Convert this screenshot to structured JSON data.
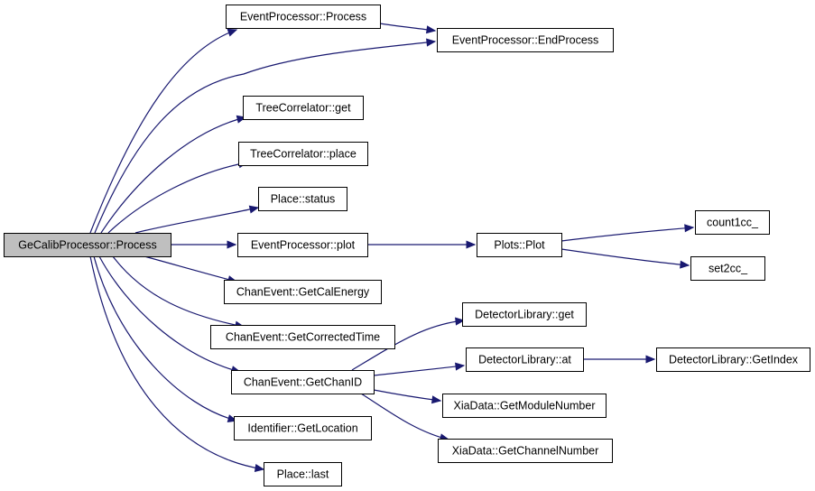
{
  "nodes": [
    {
      "id": "root",
      "label": "GeCalibProcessor::Process",
      "root": true
    },
    {
      "id": "ep_process",
      "label": "EventProcessor::Process"
    },
    {
      "id": "ep_endprocess",
      "label": "EventProcessor::EndProcess"
    },
    {
      "id": "tc_get",
      "label": "TreeCorrelator::get"
    },
    {
      "id": "tc_place",
      "label": "TreeCorrelator::place"
    },
    {
      "id": "place_status",
      "label": "Place::status"
    },
    {
      "id": "ep_plot",
      "label": "EventProcessor::plot"
    },
    {
      "id": "plots_plot",
      "label": "Plots::Plot"
    },
    {
      "id": "count1cc",
      "label": "count1cc_"
    },
    {
      "id": "set2cc",
      "label": "set2cc_"
    },
    {
      "id": "ce_calenergy",
      "label": "ChanEvent::GetCalEnergy"
    },
    {
      "id": "ce_correctedtime",
      "label": "ChanEvent::GetCorrectedTime"
    },
    {
      "id": "ce_chanid",
      "label": "ChanEvent::GetChanID"
    },
    {
      "id": "dl_get",
      "label": "DetectorLibrary::get"
    },
    {
      "id": "dl_at",
      "label": "DetectorLibrary::at"
    },
    {
      "id": "dl_getindex",
      "label": "DetectorLibrary::GetIndex"
    },
    {
      "id": "xd_module",
      "label": "XiaData::GetModuleNumber"
    },
    {
      "id": "xd_channel",
      "label": "XiaData::GetChannelNumber"
    },
    {
      "id": "id_location",
      "label": "Identifier::GetLocation"
    },
    {
      "id": "place_last",
      "label": "Place::last"
    }
  ],
  "edges": [
    {
      "from": "root",
      "to": "ep_process"
    },
    {
      "from": "root",
      "to": "ep_endprocess"
    },
    {
      "from": "root",
      "to": "tc_get"
    },
    {
      "from": "root",
      "to": "tc_place"
    },
    {
      "from": "root",
      "to": "place_status"
    },
    {
      "from": "root",
      "to": "ep_plot"
    },
    {
      "from": "root",
      "to": "ce_calenergy"
    },
    {
      "from": "root",
      "to": "ce_correctedtime"
    },
    {
      "from": "root",
      "to": "ce_chanid"
    },
    {
      "from": "root",
      "to": "id_location"
    },
    {
      "from": "root",
      "to": "place_last"
    },
    {
      "from": "ep_process",
      "to": "ep_endprocess"
    },
    {
      "from": "ep_plot",
      "to": "plots_plot"
    },
    {
      "from": "plots_plot",
      "to": "count1cc"
    },
    {
      "from": "plots_plot",
      "to": "set2cc"
    },
    {
      "from": "ce_chanid",
      "to": "dl_get"
    },
    {
      "from": "ce_chanid",
      "to": "dl_at"
    },
    {
      "from": "ce_chanid",
      "to": "xd_module"
    },
    {
      "from": "ce_chanid",
      "to": "xd_channel"
    },
    {
      "from": "dl_at",
      "to": "dl_getindex"
    }
  ]
}
